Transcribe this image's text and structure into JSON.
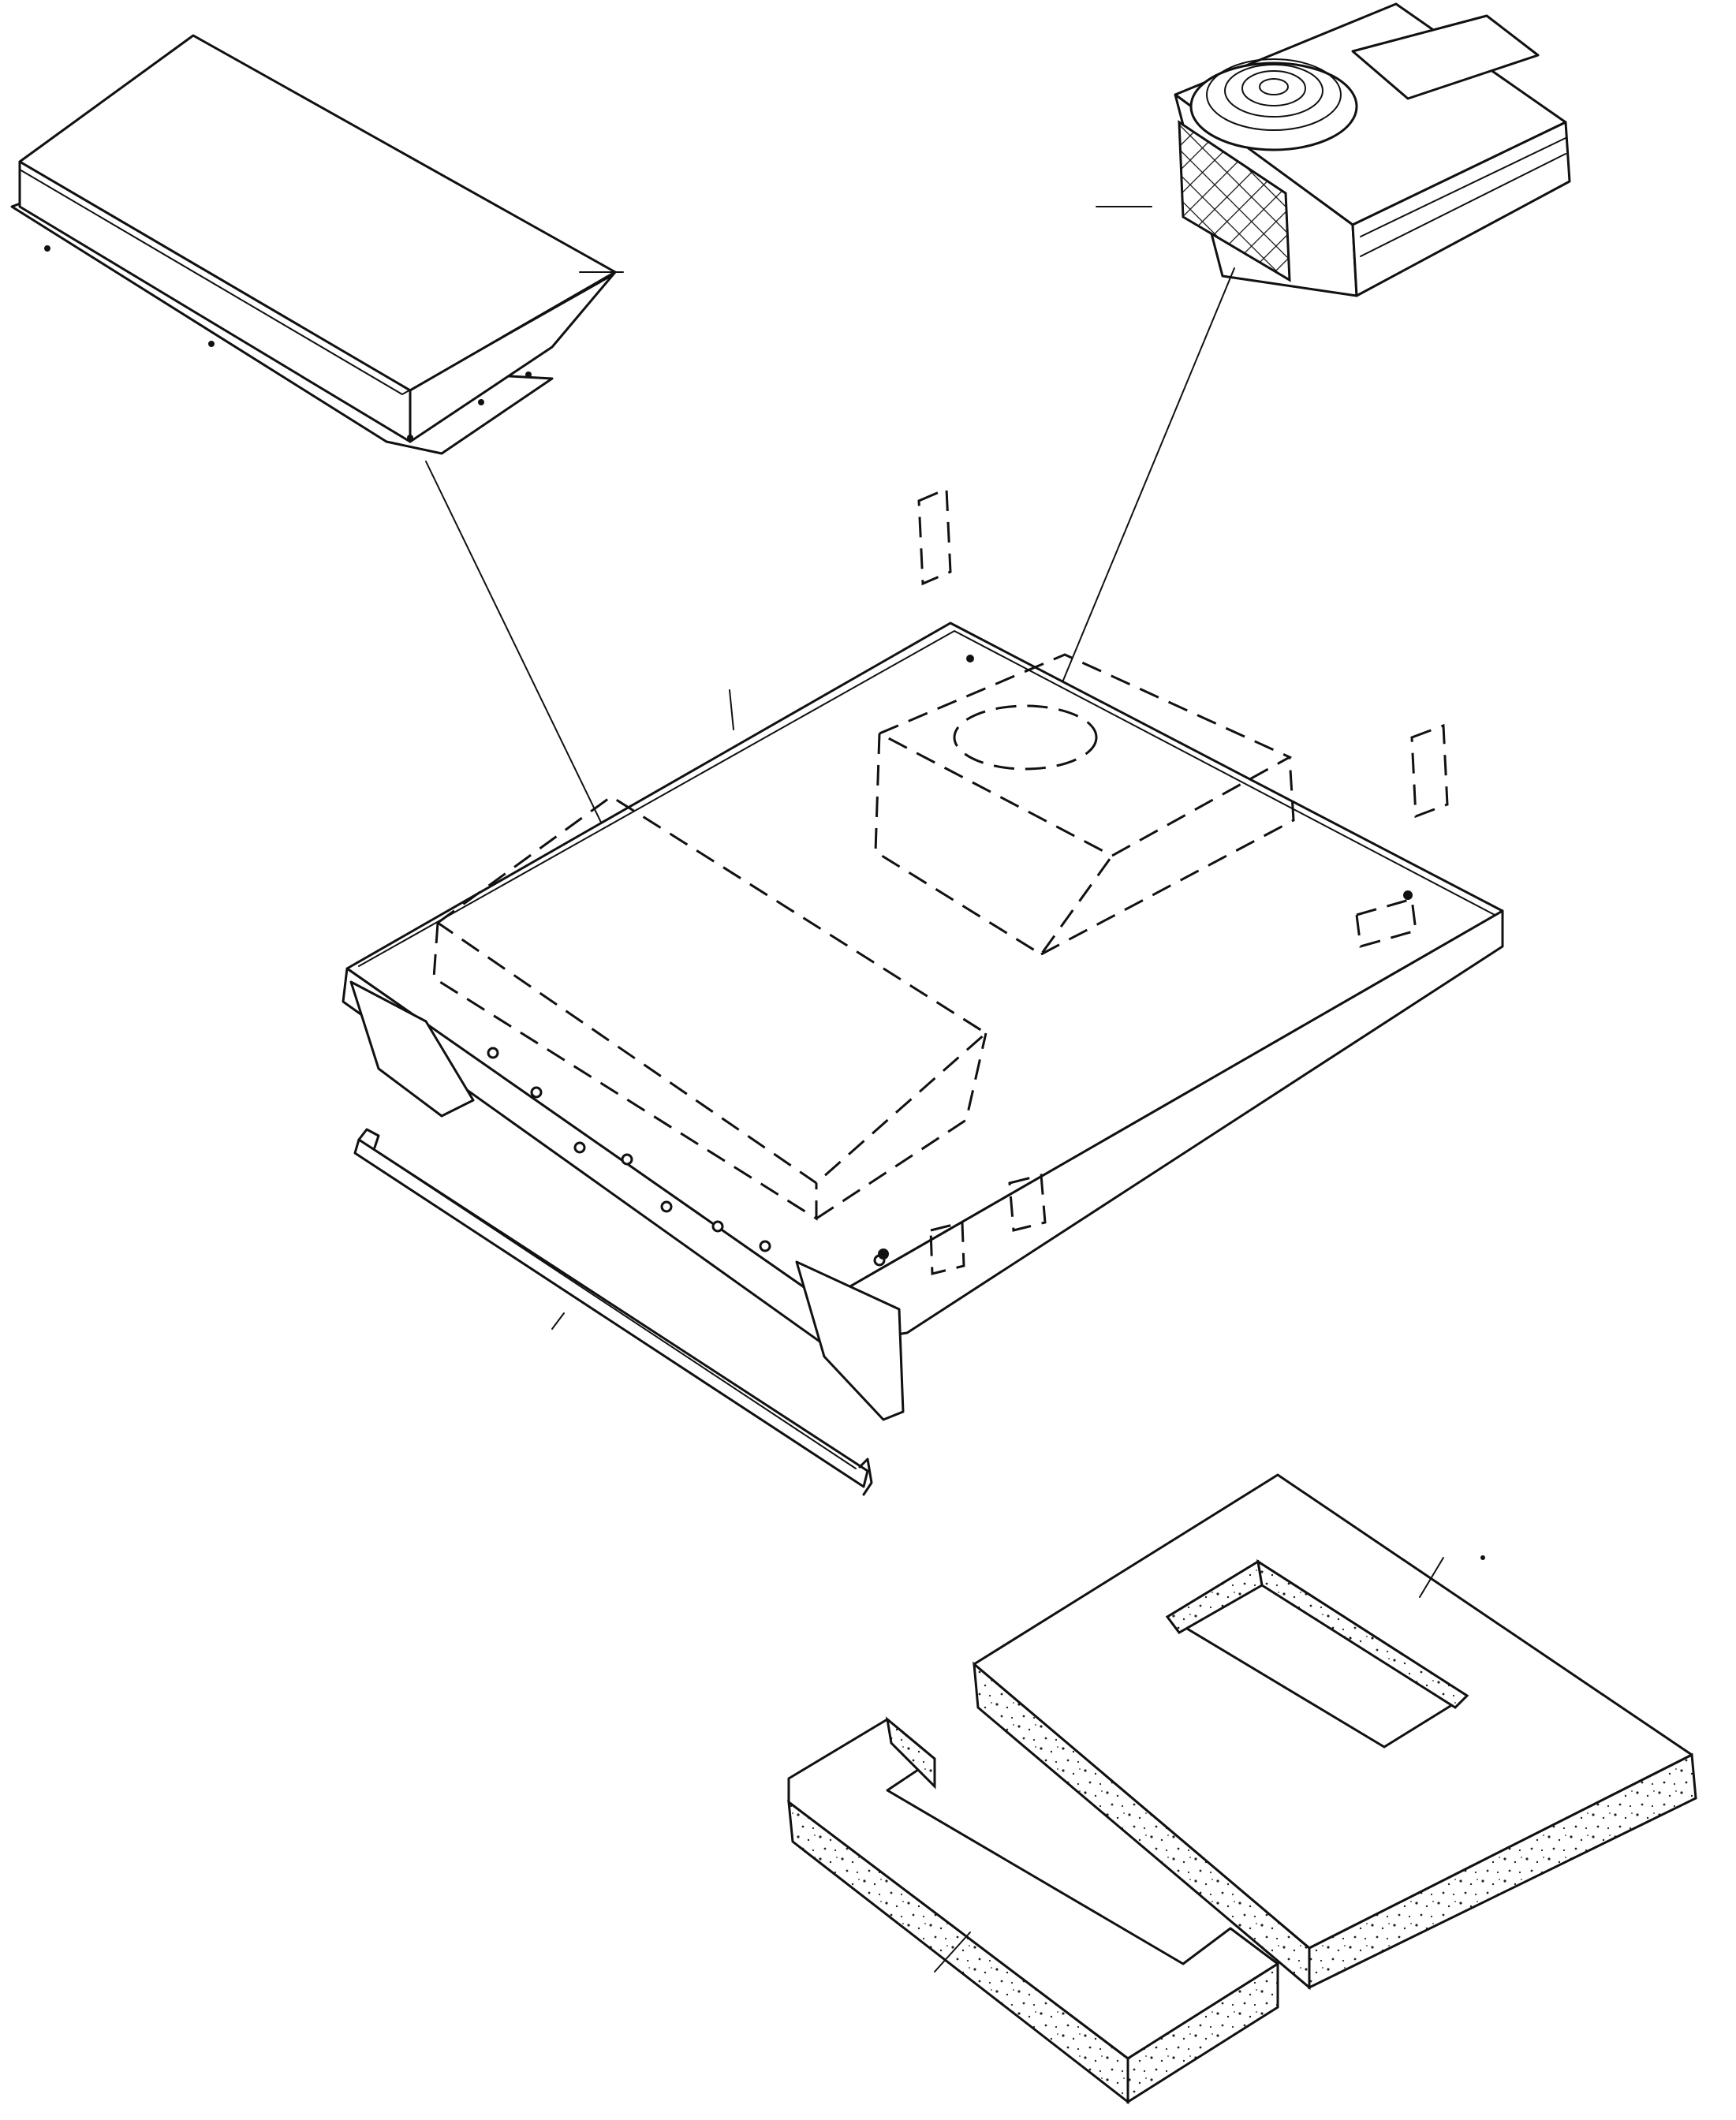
{
  "figure": {
    "kind": "exploded isometric patent-style line drawing",
    "parts": [
      {
        "id": "upper-housing-cover",
        "icon": "box-cover-icon"
      },
      {
        "id": "fan-module",
        "icon": "fan-icon"
      },
      {
        "id": "base-tray",
        "icon": "tray-icon"
      },
      {
        "id": "side-rail-strip",
        "icon": "rail-icon"
      },
      {
        "id": "foam-gasket-frame",
        "icon": "foam-frame-icon"
      },
      {
        "id": "foam-gasket-channel",
        "icon": "foam-channel-icon"
      }
    ],
    "colors": {
      "line": "#111111",
      "background": "#ffffff"
    }
  }
}
